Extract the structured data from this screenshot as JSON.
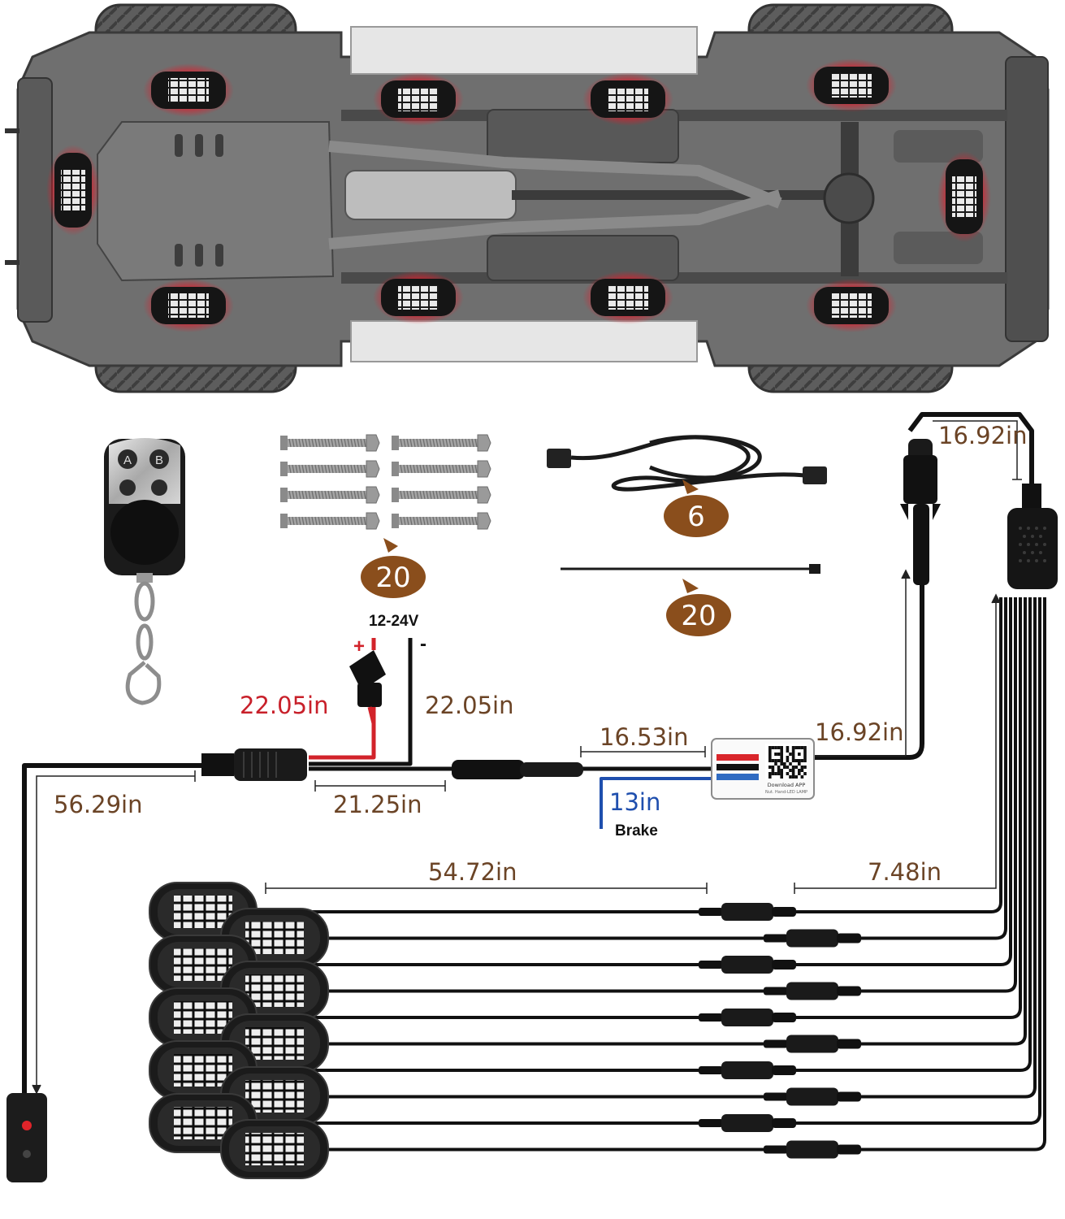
{
  "title": "",
  "vehicle": {
    "pod_count": 10,
    "glow_color": "#e01b2a"
  },
  "accessories": {
    "screw_qty": "20",
    "extension_cable_qty": "6",
    "zip_tie_qty": "20"
  },
  "power": {
    "voltage_label": "12-24V",
    "positive_symbol": "+",
    "negative_symbol": "-",
    "positive_wire_length": "22.05in",
    "negative_wire_length": "22.05in"
  },
  "dimensions": {
    "switch_cable": "56.29in",
    "power_to_connector": "21.25in",
    "connector_to_controller": "16.53in",
    "controller_to_plug": "16.92in",
    "splitter_lead": "16.92in",
    "brake_wire": "13in",
    "pod_cable": "54.72in",
    "splitter_branch": "7.48in"
  },
  "labels": {
    "brake": "Brake"
  },
  "controller": {
    "caption_line1": "Download APP",
    "caption_line2": "Nut. Hand-LED LAMP",
    "stripe_colors": [
      "#d9262b",
      "#111111",
      "#2f6bc2"
    ]
  },
  "colors": {
    "dimension_text": "#6b4426",
    "red_wire": "#c8202a",
    "blue_wire": "#1f4fae",
    "qty_bubble": "#8a4e1c"
  }
}
